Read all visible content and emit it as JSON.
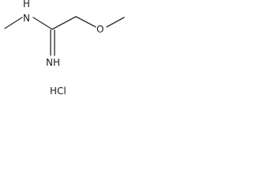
{
  "molecule": {
    "atoms": {
      "nh": "H",
      "n_amine": "N",
      "n_imine": "NH",
      "o_ether": "O"
    },
    "salt": "HCl"
  }
}
